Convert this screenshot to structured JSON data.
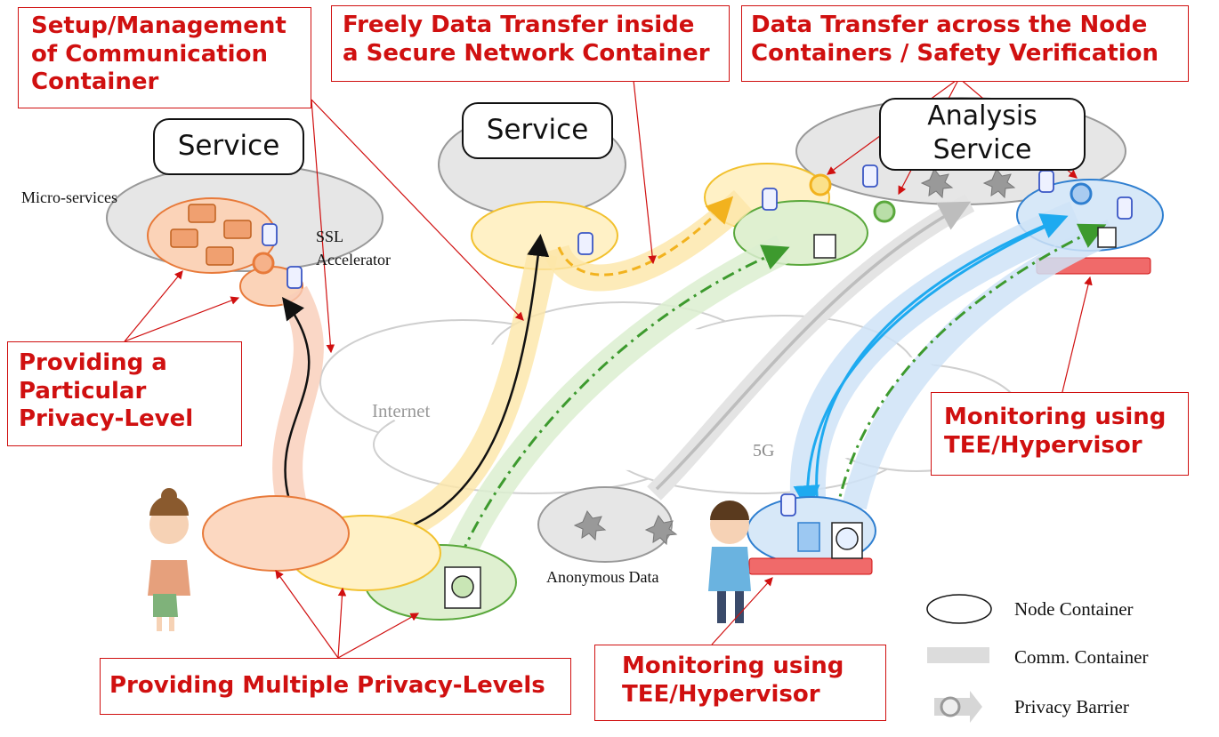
{
  "callouts": {
    "setup": [
      "Setup/Management",
      "of Communication",
      "Container"
    ],
    "freely": [
      "Freely Data Transfer inside",
      "a Secure Network Container"
    ],
    "across": [
      "Data Transfer across the Node",
      "Containers / Safety Verification"
    ],
    "particular": [
      "Providing a",
      "Particular",
      "Privacy-Level"
    ],
    "monitor_right": [
      "Monitoring using",
      "TEE/Hypervisor"
    ],
    "monitor_bottom": [
      "Monitoring using",
      "TEE/Hypervisor"
    ],
    "multiple": "Providing Multiple Privacy-Levels"
  },
  "services": {
    "left": "Service",
    "middle": "Service",
    "analysis": [
      "Analysis",
      "Service"
    ]
  },
  "labels": {
    "micro_services": "Micro-services",
    "ssl": [
      "SSL",
      "Accelerator"
    ],
    "internet": "Internet",
    "five_g": "5G",
    "anonymous": "Anonymous Data"
  },
  "legend": {
    "node": "Node Container",
    "comm": "Comm. Container",
    "barrier": "Privacy Barrier"
  },
  "colors": {
    "callout_red": "#d01010",
    "orange": "#e87a3a",
    "yellow": "#f2c12e",
    "green": "#5aa83c",
    "blue": "#2f7fd0",
    "gray": "#bdbdbd"
  }
}
